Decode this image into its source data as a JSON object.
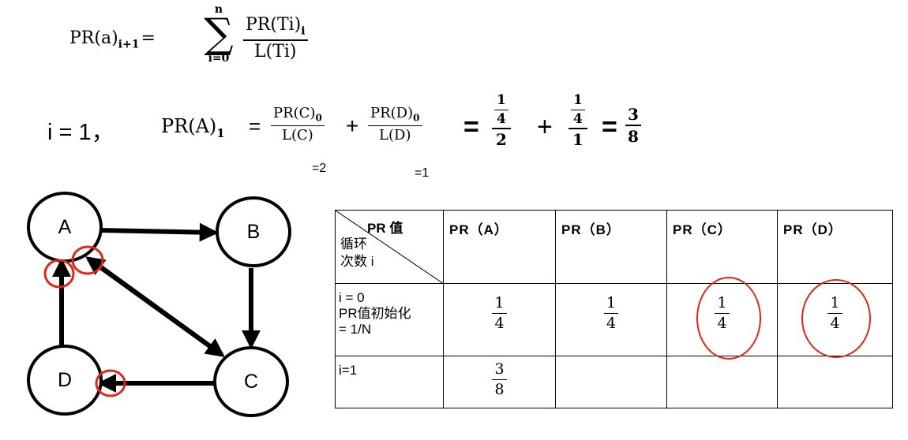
{
  "formula_general": {
    "lhs": "PR(a)",
    "lhs_sub": "i+1",
    "eq": "=",
    "sum_top": "n",
    "sum_bottom": "i=0",
    "num": "PR(Ti)",
    "num_sub": "i",
    "den": "L(Ti)"
  },
  "formula_example": {
    "prefix": "i = 1，",
    "lhs": "PR(A)",
    "lhs_sub": "1",
    "eq1": "=",
    "f1_num": "PR(C)",
    "f1_num_sub": "0",
    "f1_den": "L(C)",
    "plus1": "+",
    "f2_num": "PR(D)",
    "f2_num_sub": "0",
    "f2_den": "L(D)",
    "eq2": "=",
    "n1_num": "1",
    "n1_num_den": "4",
    "n1_den": "2",
    "plus2": "+",
    "n2_num": "1",
    "n2_num_den": "4",
    "n2_den": "1",
    "eq3": "=",
    "res_num": "3",
    "res_den": "8",
    "note_c": "=2",
    "note_d": "=1"
  },
  "graph": {
    "nodes": [
      {
        "id": "A",
        "label": "A"
      },
      {
        "id": "B",
        "label": "B"
      },
      {
        "id": "C",
        "label": "C"
      },
      {
        "id": "D",
        "label": "D"
      }
    ],
    "edges": [
      {
        "from": "A",
        "to": "B"
      },
      {
        "from": "B",
        "to": "C"
      },
      {
        "from": "A",
        "to": "C"
      },
      {
        "from": "C",
        "to": "A"
      },
      {
        "from": "C",
        "to": "D"
      },
      {
        "from": "D",
        "to": "A"
      }
    ],
    "highlight_color": "#e0261b"
  },
  "table": {
    "corner_top": "PR 值",
    "corner_bottom_1": "循环",
    "corner_bottom_2": "次数 i",
    "columns": [
      "PR（A）",
      "PR（B）",
      "PR（C）",
      "PR（D）"
    ],
    "rows": [
      {
        "label_lines": [
          "i =  0",
          "PR值初始化",
          "= 1/N"
        ],
        "cells": [
          {
            "num": "1",
            "den": "4"
          },
          {
            "num": "1",
            "den": "4"
          },
          {
            "num": "1",
            "den": "4"
          },
          {
            "num": "1",
            "den": "4"
          }
        ]
      },
      {
        "label_lines": [
          "i=1"
        ],
        "cells": [
          {
            "num": "3",
            "den": "8"
          },
          {
            "num": "",
            "den": ""
          },
          {
            "num": "",
            "den": ""
          },
          {
            "num": "",
            "den": ""
          }
        ]
      }
    ]
  }
}
